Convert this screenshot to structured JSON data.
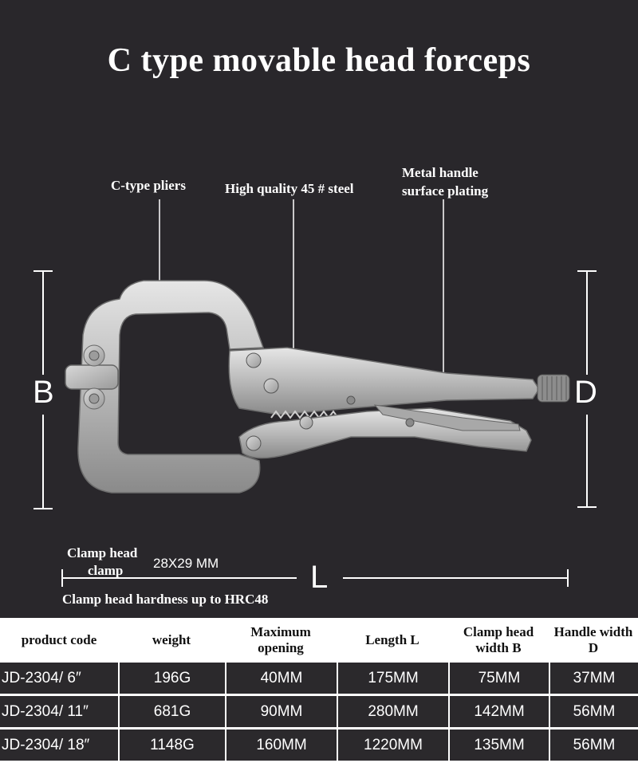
{
  "title": "C type movable head forceps",
  "callouts": {
    "c_type": "C-type pliers",
    "steel": "High quality 45 # steel",
    "handle_line1": "Metal handle",
    "handle_line2": "surface plating"
  },
  "dimensions": {
    "b": "B",
    "d": "D",
    "l": "L"
  },
  "clamp_head": {
    "label_line1": "Clamp head",
    "label_line2": "clamp",
    "size": "28X29 MM",
    "hardness": "Clamp head hardness up to HRC48"
  },
  "table": {
    "headers": [
      "product code",
      "weight",
      "Maximum opening",
      "Length L",
      "Clamp head width B",
      "Handle width D"
    ],
    "rows": [
      [
        "JD-2304/ 6″",
        "196G",
        "40MM",
        "175MM",
        "75MM",
        "37MM"
      ],
      [
        "JD-2304/ 11″",
        "681G",
        "90MM",
        "280MM",
        "142MM",
        "56MM"
      ],
      [
        "JD-2304/ 18″",
        "1148G",
        "160MM",
        "1220MM",
        "135MM",
        "56MM"
      ]
    ]
  },
  "colors": {
    "background": "#29272b",
    "tool_metal": "#bdbdbd",
    "text": "#ffffff"
  }
}
